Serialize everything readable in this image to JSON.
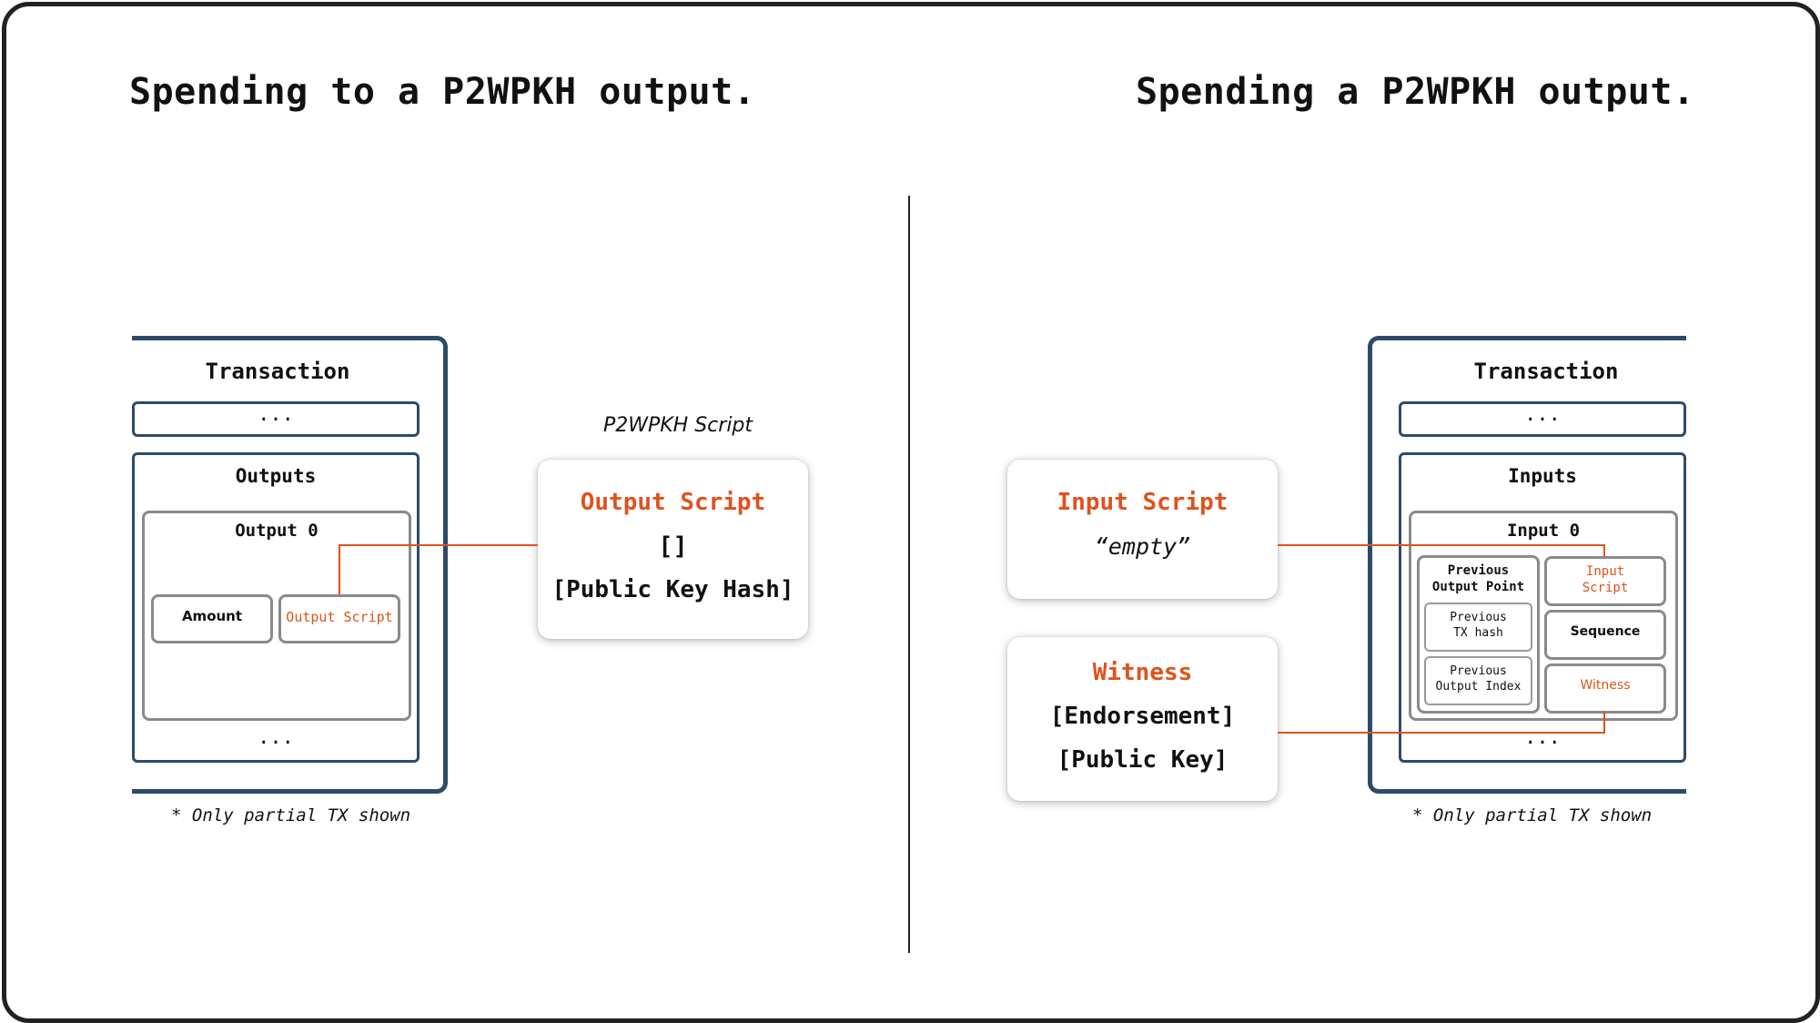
{
  "left": {
    "title": "Spending to a P2WPKH output.",
    "tx": {
      "title": "Transaction",
      "ellipsis_top": "...",
      "outputs_title": "Outputs",
      "output0_title": "Output 0",
      "amount": "Amount",
      "output_script": "Output Script",
      "ellipsis_bottom": "..."
    },
    "note": "* Only partial TX shown",
    "script_caption": "P2WPKH Script",
    "card": {
      "title": "Output Script",
      "line1": "[]",
      "line2": "[Public Key Hash]"
    }
  },
  "right": {
    "title": "Spending a P2WPKH output.",
    "input_card": {
      "title": "Input Script",
      "value": "“empty”"
    },
    "witness_card": {
      "title": "Witness",
      "line1": "[Endorsement]",
      "line2": "[Public Key]"
    },
    "tx": {
      "title": "Transaction",
      "ellipsis_top": "...",
      "inputs_title": "Inputs",
      "input0_title": "Input 0",
      "prev_output_point": "Previous\nOutput Point",
      "prev_tx_hash": "Previous\nTX hash",
      "prev_output_index": "Previous\nOutput Index",
      "input_script": "Input\nScript",
      "sequence": "Sequence",
      "witness": "Witness",
      "ellipsis_bottom": "..."
    },
    "note": "* Only partial TX shown"
  },
  "colors": {
    "accent": "#e0521d",
    "tx_border": "#2d4a6b",
    "inner_border": "#8a8a8a"
  }
}
